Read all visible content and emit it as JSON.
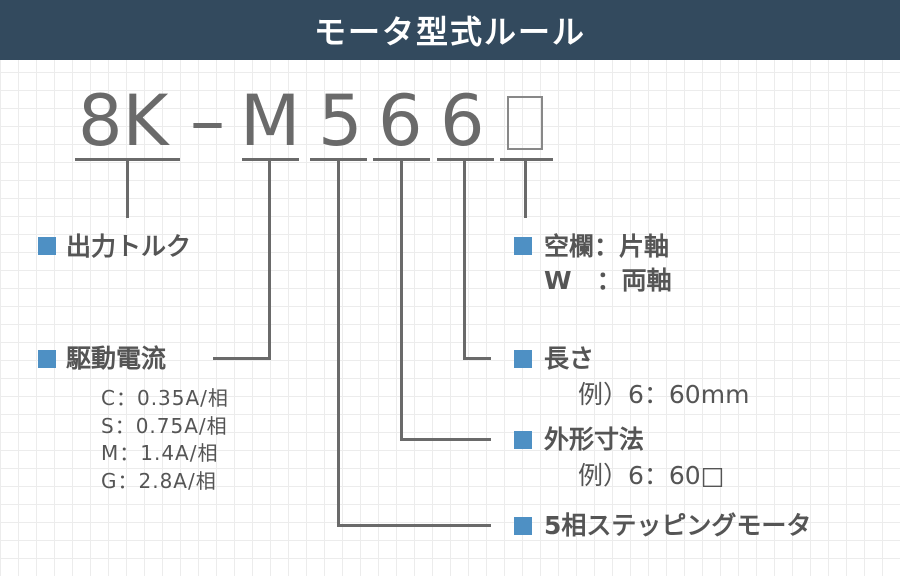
{
  "title": "モータ型式ルール",
  "code": {
    "c1": "8K",
    "c2": "–",
    "c3": "M",
    "c4": "5",
    "c5": "6",
    "c6": "6",
    "c7": "□"
  },
  "labels": {
    "torque": "出力トルク",
    "shaft": "空欄：片軸",
    "shaft_w": "W　：両軸",
    "current": "駆動電流",
    "current_c": "C：0.35A/相",
    "current_s": "S：0.75A/相",
    "current_m": "M：1.4A/相",
    "current_g": "G：2.8A/相",
    "length": "長さ",
    "length_ex": "例）6：60mm",
    "size": "外形寸法",
    "size_ex": "例）6：60□",
    "type": "5相ステッピングモータ"
  },
  "colors": {
    "header_bg": "#334a5e",
    "square": "#4e90c4",
    "line": "#6a6a6a"
  }
}
